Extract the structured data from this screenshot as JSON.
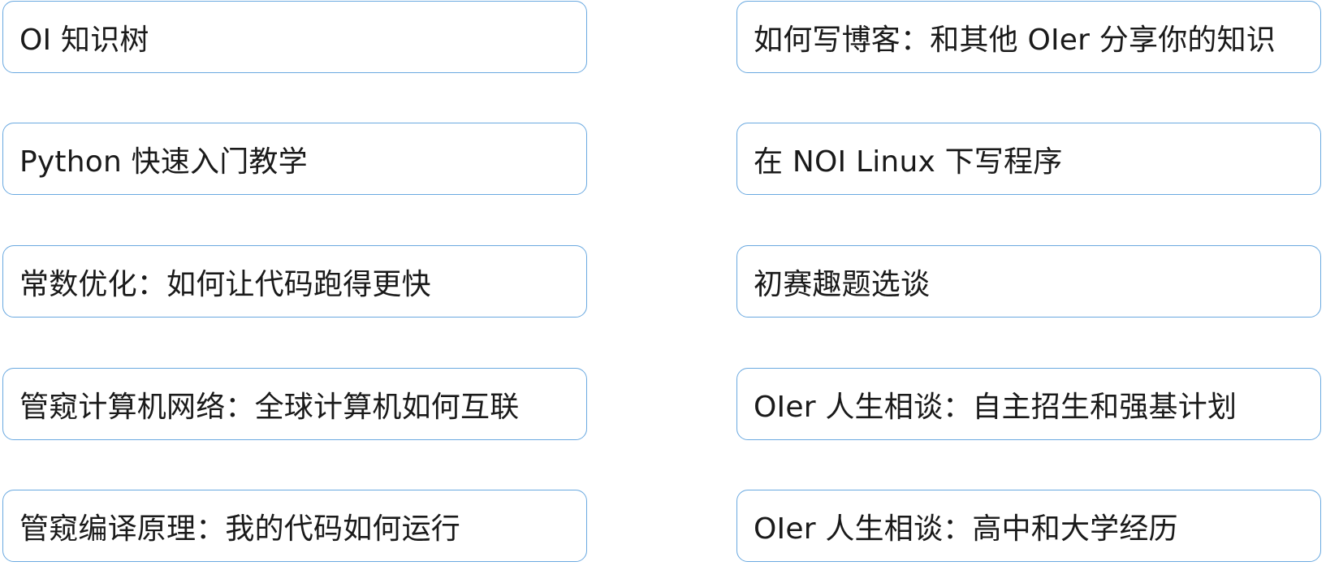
{
  "cards": {
    "left": [
      {
        "label": "OI 知识树"
      },
      {
        "label": "Python 快速入门教学"
      },
      {
        "label": "常数优化：如何让代码跑得更快"
      },
      {
        "label": "管窥计算机网络：全球计算机如何互联"
      },
      {
        "label": "管窥编译原理：我的代码如何运行"
      }
    ],
    "right": [
      {
        "label": "如何写博客：和其他 OIer 分享你的知识"
      },
      {
        "label": "在 NOI Linux 下写程序"
      },
      {
        "label": "初赛趣题选谈"
      },
      {
        "label": "OIer 人生相谈：自主招生和强基计划"
      },
      {
        "label": "OIer 人生相谈：高中和大学经历"
      }
    ]
  },
  "colors": {
    "border": "#6aa9e0",
    "text": "#1a1a1a",
    "background": "#ffffff"
  }
}
